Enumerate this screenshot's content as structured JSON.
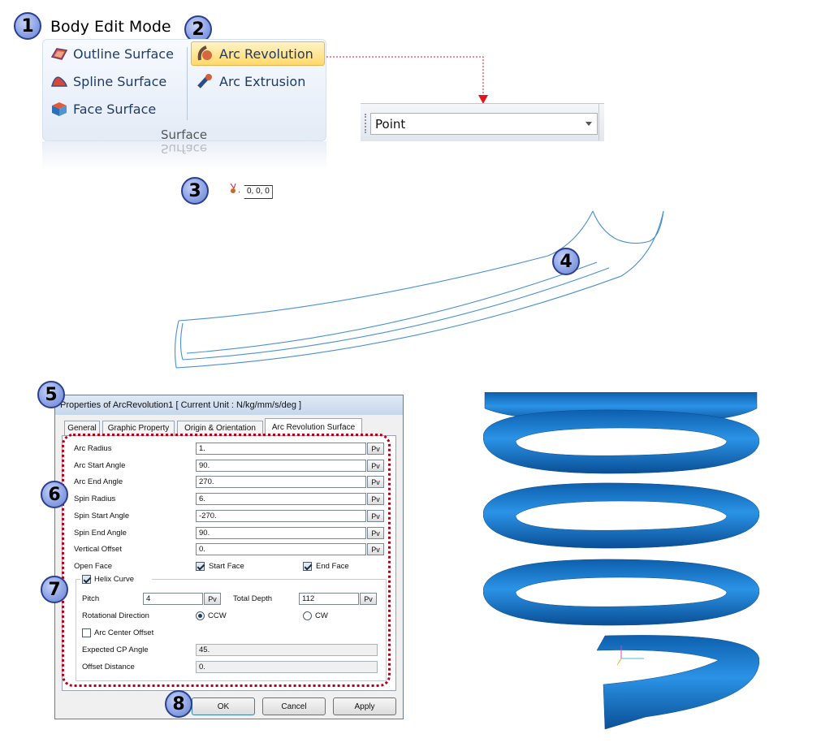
{
  "steps": [
    "1",
    "2",
    "3",
    "4",
    "5",
    "6",
    "7",
    "8"
  ],
  "header": {
    "mode_title": "Body Edit Mode"
  },
  "ribbon": {
    "left_items": [
      "Outline Surface",
      "Spline Surface",
      "Face Surface"
    ],
    "right_items": [
      "Arc Revolution",
      "Arc Extrusion"
    ],
    "group_label": "Surface"
  },
  "point_toolbar": {
    "value": "Point"
  },
  "origin_label": "0, 0, 0",
  "dialog": {
    "title": "Properties of ArcRevolution1 [ Current Unit : N/kg/mm/s/deg ]",
    "tabs": [
      "General",
      "Graphic Property",
      "Origin & Orientation",
      "Arc Revolution Surface"
    ],
    "active_tab": "Arc Revolution Surface",
    "fields": [
      {
        "label": "Arc Radius",
        "value": "1."
      },
      {
        "label": "Arc Start Angle",
        "value": "90."
      },
      {
        "label": "Arc End Angle",
        "value": "270."
      },
      {
        "label": "Spin Radius",
        "value": "6."
      },
      {
        "label": "Spin Start Angle",
        "value": "-270."
      },
      {
        "label": "Spin End Angle",
        "value": "90."
      },
      {
        "label": "Vertical Offset",
        "value": "0."
      }
    ],
    "pv_label": "Pv",
    "open_face_label": "Open Face",
    "start_face_label": "Start Face",
    "end_face_label": "End Face",
    "helix": {
      "label": "Helix Curve",
      "pitch_label": "Pitch",
      "pitch_value": "4",
      "total_depth_label": "Total Depth",
      "total_depth_value": "112",
      "rotational_direction_label": "Rotational Direction",
      "ccw_label": "CCW",
      "cw_label": "CW",
      "arc_center_offset_label": "Arc Center Offset",
      "expected_cp_angle_label": "Expected CP Angle",
      "expected_cp_angle_value": "45.",
      "offset_distance_label": "Offset Distance",
      "offset_distance_value": "0."
    },
    "buttons": {
      "ok": "OK",
      "cancel": "Cancel",
      "apply": "Apply"
    }
  },
  "colors": {
    "spring": "#1a7ed4",
    "wire": "#4a8fd0",
    "step_circle": "#8ea4e6",
    "dotted_box": "#b80018"
  }
}
